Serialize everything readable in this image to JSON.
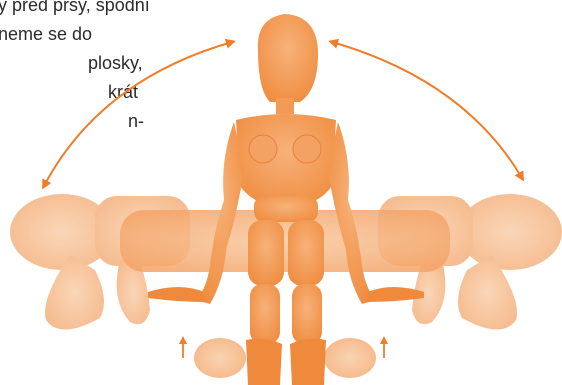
{
  "caption": {
    "lines": [
      "y před prsy, spodní",
      "neme se do",
      "plosky,",
      "krát",
      "n-"
    ]
  },
  "colors": {
    "accent": "#f07d2a",
    "figure_light": "#f6c59b",
    "figure_mid": "#f2a060",
    "figure_dark": "#e8771f",
    "text": "#2b2b2b"
  },
  "icons": {
    "motion_arrow_left": "curved-double-arrow-icon",
    "motion_arrow_right": "curved-double-arrow-icon",
    "small_up_arrows": "up-arrow-icon"
  }
}
